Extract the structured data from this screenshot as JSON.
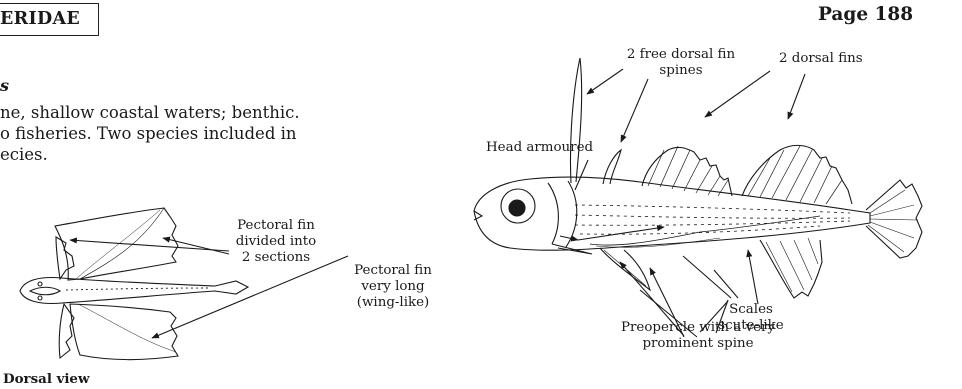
{
  "header": {
    "family_name": "ERIDAE",
    "page_label": "Page 188"
  },
  "intro": {
    "genus_fragment": "s",
    "lines": [
      "ne, shallow coastal waters; benthic.",
      "o fisheries. Two species included in",
      "ecies."
    ]
  },
  "dorsal_figure": {
    "pectoral_label": [
      "Pectoral fin",
      "divided into",
      "2 sections"
    ],
    "caption": "Dorsal view"
  },
  "lateral_figure": {
    "free_spines_label": [
      "2 free dorsal fin",
      "spines"
    ],
    "dorsal_fins_label": "2 dorsal fins",
    "head_label": "Head armoured",
    "pectoral_long_label": [
      "Pectoral fin",
      "very long",
      "(wing-like)"
    ],
    "preopercle_label": [
      "Preopercle with a very",
      "prominent spine"
    ],
    "scales_label": [
      "Scales",
      "scute-like"
    ]
  },
  "colors": {
    "ink": "#1a1a1a",
    "background": "#ffffff"
  }
}
